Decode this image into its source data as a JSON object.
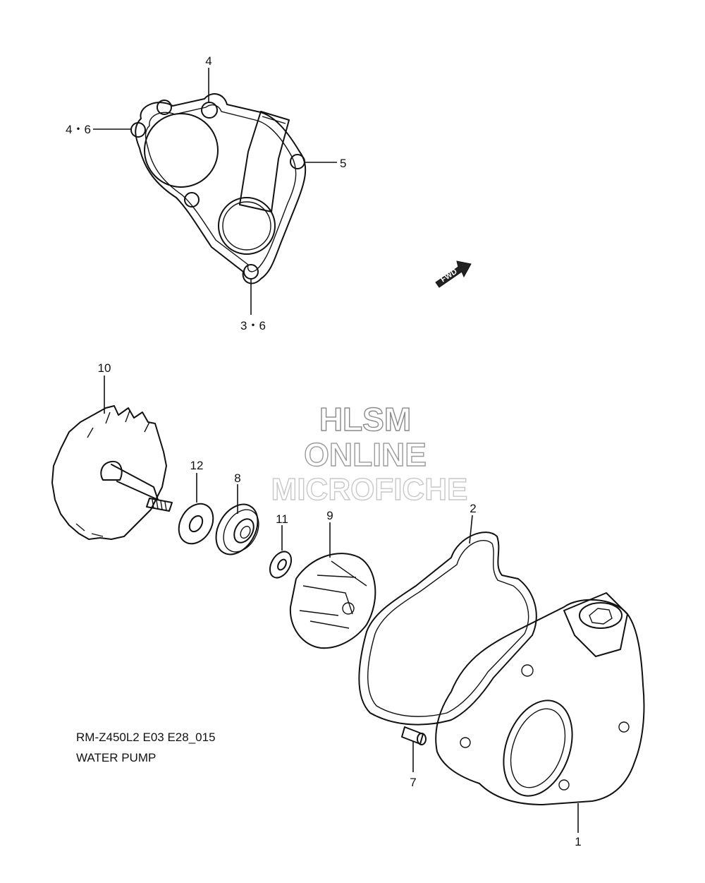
{
  "watermark": {
    "line1": "HLSM",
    "line2": "ONLINE",
    "line3": "MICROFICHE"
  },
  "fwd_label": "FWD",
  "callouts": {
    "c4": "4",
    "c46": "4・6",
    "c5": "5",
    "c36": "3・6",
    "c10": "10",
    "c12": "12",
    "c8": "8",
    "c11": "11",
    "c9": "9",
    "c2": "2",
    "c7": "7",
    "c1": "1"
  },
  "caption": {
    "model_code": "RM-Z450L2 E03 E28_015",
    "title": "WATER PUMP"
  }
}
